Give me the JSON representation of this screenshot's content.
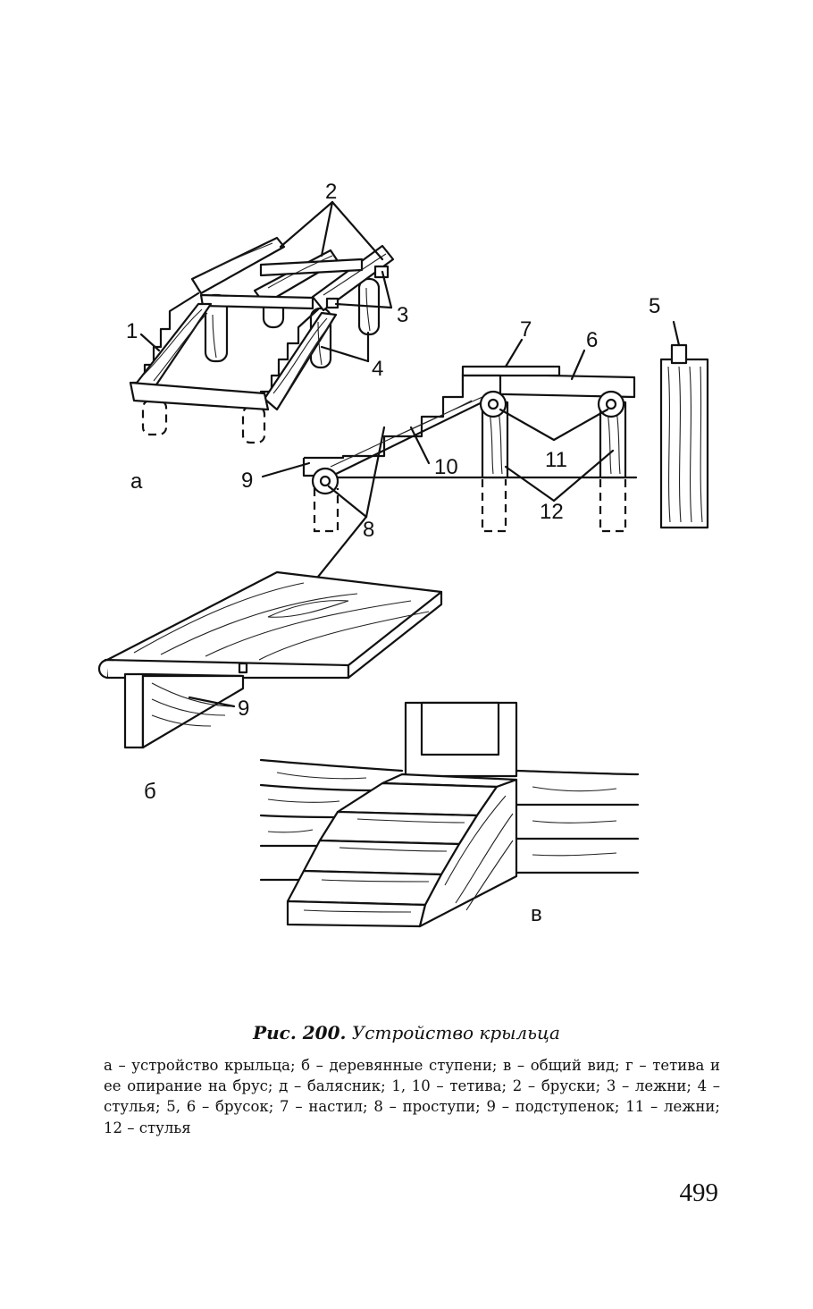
{
  "figure": {
    "labels": {
      "n1": "1",
      "n2": "2",
      "n3": "3",
      "n4": "4",
      "n5": "5",
      "n6": "6",
      "n7": "7",
      "n8": "8",
      "n9a": "9",
      "n9b": "9",
      "n10": "10",
      "n11": "11",
      "n12": "12",
      "a": "а",
      "b": "б",
      "v": "в"
    }
  },
  "caption": {
    "prefix": "Рис. 200.",
    "title": "Устройство крыльца",
    "text": "а – устройство крыльца; б – деревянные ступени; в – общий вид; г – тетива и ее опирание на брус; д – балясник; 1, 10 – тетива; 2 – бруски; 3 – лежни; 4 – стулья; 5, 6 – брусок; 7 – настил; 8 – проступи; 9 – подступенок; 11 – лежни; 12 – стулья"
  },
  "page_number": "499"
}
